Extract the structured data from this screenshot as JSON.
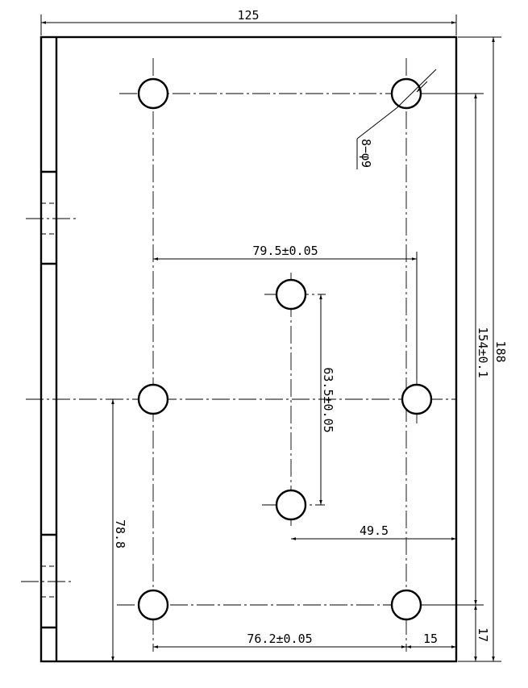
{
  "drawing": {
    "dimensions": {
      "overall_width": "125",
      "overall_height": "188",
      "hole_pitch_vertical": "154±0.1",
      "bottom_offset": "17",
      "upper_hole_spacing": "79.5±0.05",
      "center_hole_spacing": "63.5±0.05",
      "center_to_right": "49.5",
      "left_hole_height": "78.8",
      "lower_hole_spacing": "76.2±0.05",
      "right_edge_offset": "15"
    },
    "hole_callout": "8−φ9"
  }
}
